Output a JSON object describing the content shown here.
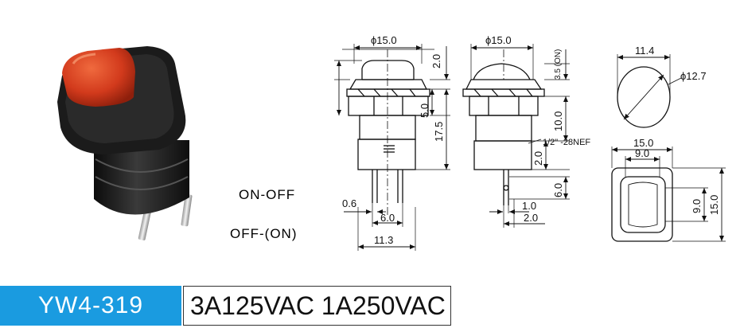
{
  "modes": {
    "mode1": "ON-OFF",
    "mode2": "OFF-(ON)"
  },
  "drawing": {
    "dia1": "ϕ15.0",
    "dia2": "ϕ15.0",
    "dim_2_0_top": "2.0",
    "dim_3_5_on": "3.5 (ON)",
    "dim_5_0": "5.0",
    "dim_17_5": "17.5",
    "dim_10_0": "10.0",
    "thread": "1/2\" -28NEF",
    "dim_2_0_side": "2.0",
    "dim_6_0_side": "6.0",
    "dim_0_6": "0.6",
    "dim_6_0_bottom": "6.0",
    "dim_11_3": "11.3",
    "dim_1_0": "1.0",
    "dim_2_0_bottom": "2.0",
    "dim_11_4": "11.4",
    "dim_phi_12_7": "ϕ12.7",
    "dim_15_0_top": "15.0",
    "dim_9_0_top": "9.0",
    "dim_9_0_side": "9.0",
    "dim_15_0_side": "15.0"
  },
  "footer": {
    "model": "YW4-319",
    "rating": "3A125VAC 1A250VAC"
  },
  "colors": {
    "model_bg": "#1a9be0",
    "button_red": "#d23a1c",
    "body_black": "#1c1c1c"
  }
}
